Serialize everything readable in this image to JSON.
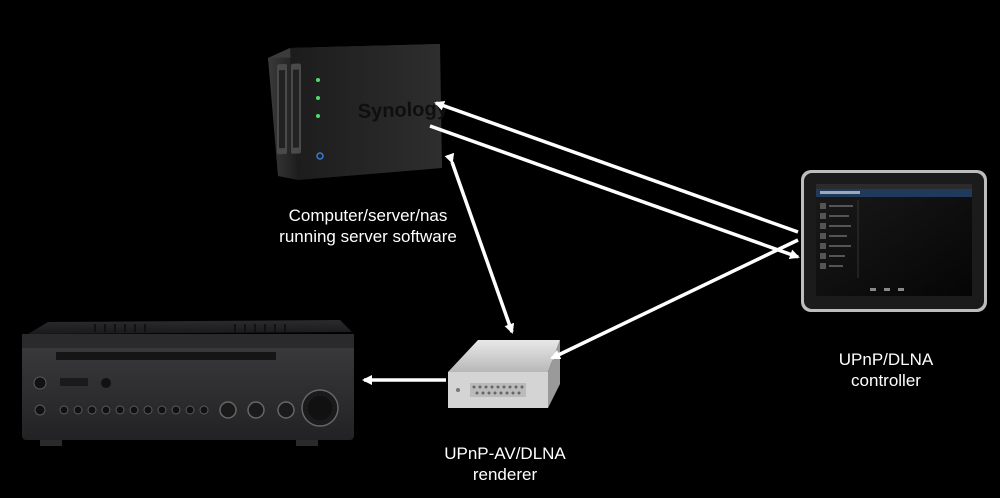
{
  "nas": {
    "brand": "Synology"
  },
  "labels": {
    "server": {
      "line1": "Computer/server/nas",
      "line2": "running server software"
    },
    "controller": {
      "line1": "UPnP/DLNA",
      "line2": "controller"
    },
    "renderer": {
      "line1": "UPnP-AV/DLNA",
      "line2": "renderer"
    }
  },
  "colors": {
    "background": "#000000",
    "arrow": "#ffffff",
    "device_body": "#2a2a2a",
    "renderer_body": "#cfcfcf"
  }
}
